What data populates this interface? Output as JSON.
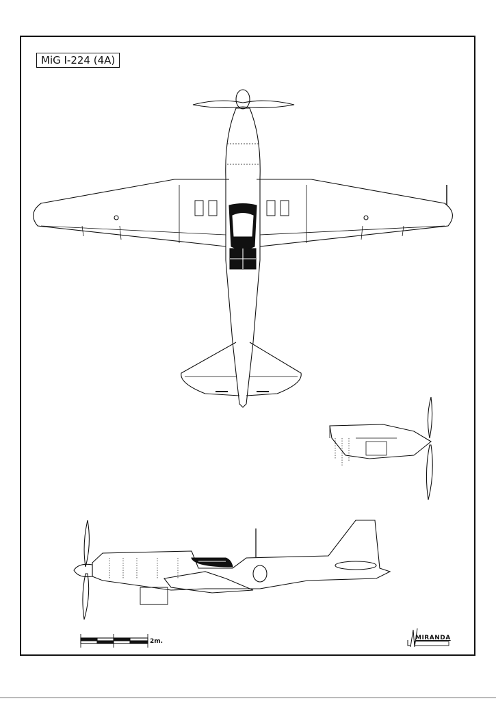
{
  "title": "MiG I-224 (4A)",
  "scale": {
    "label": "2m."
  },
  "signature": "MIRANDA"
}
